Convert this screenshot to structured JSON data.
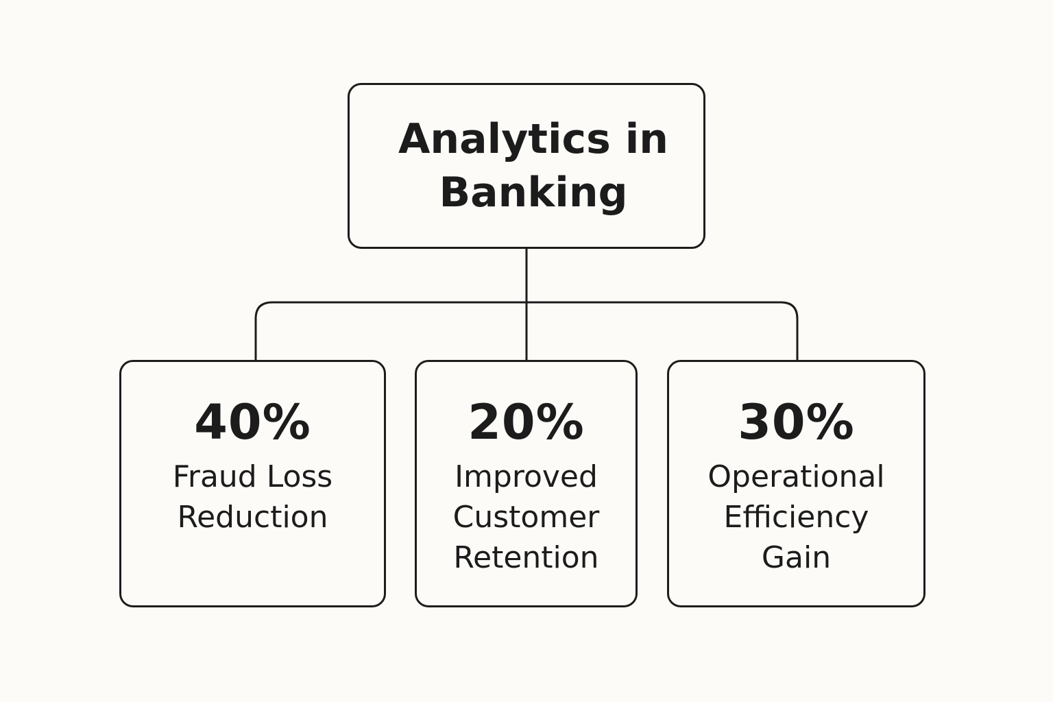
{
  "root": {
    "title": "Analytics in Banking"
  },
  "metrics": [
    {
      "value": "40%",
      "label": "Fraud Loss Reduction"
    },
    {
      "value": "20%",
      "label": "Improved Customer Retention"
    },
    {
      "value": "30%",
      "label": "Operational Efficiency Gain"
    }
  ],
  "colors": {
    "background": "#fcfbf7",
    "stroke": "#1c1c1c",
    "text": "#1c1c1c"
  }
}
